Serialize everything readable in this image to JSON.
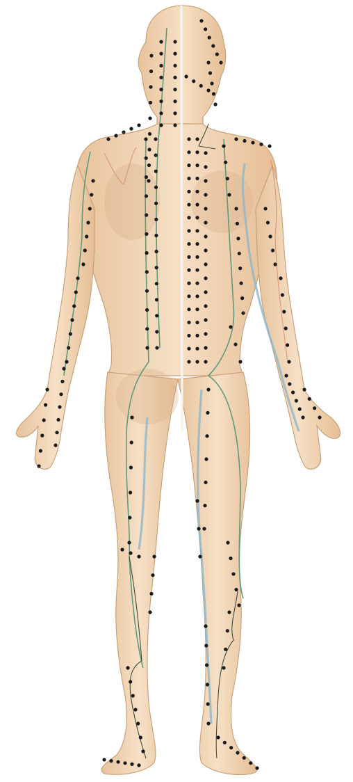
{
  "diagram": {
    "colors": {
      "background": "#ffffff",
      "skin_light": "#f4dcc0",
      "skin_dark": "#e2b98e",
      "outline": "#c8a27a",
      "meridian_green": "#5f9a7c",
      "meridian_blue": "#8fb7c9",
      "meridian_orange": "#d4896a",
      "acupoint": "#1a1a1a"
    },
    "layers": [
      "body-outline",
      "meridian-lines",
      "acupuncture-points"
    ]
  }
}
